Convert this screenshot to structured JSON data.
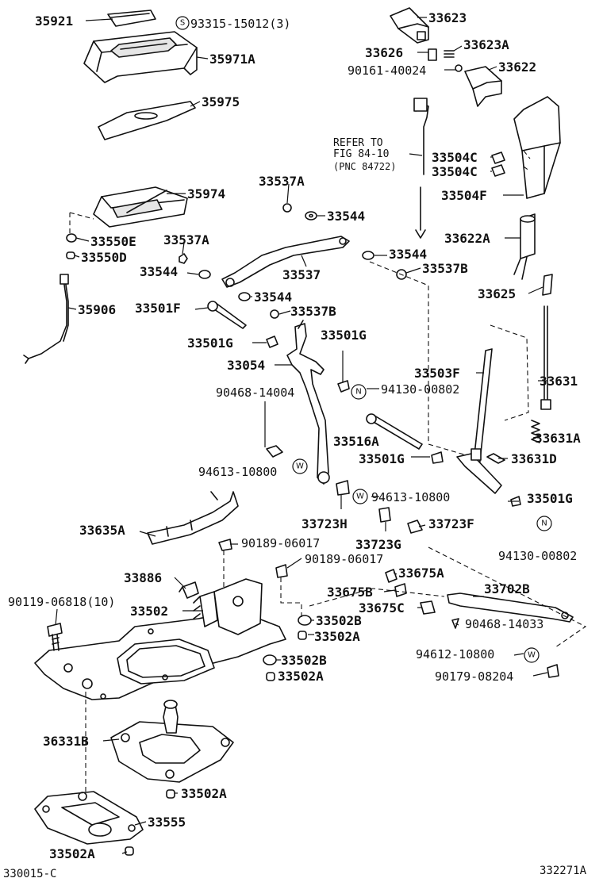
{
  "labels": {
    "p35921": "35921",
    "p93315": "93315-15012(3)",
    "p35971A": "35971A",
    "p35975": "35975",
    "p35974": "35974",
    "p33550E": "33550E",
    "p33550D": "33550D",
    "p35906": "35906",
    "p33537A_1": "33537A",
    "p33544_1": "33544",
    "p33537A_2": "33537A",
    "p33544_2": "33544",
    "p33537": "33537",
    "p33544_3": "33544",
    "p33537B_1": "33537B",
    "p33544_4": "33544",
    "p33537B_2": "33537B",
    "p33501F": "33501F",
    "p33501G_1": "33501G",
    "p33501G_2": "33501G",
    "p33054": "33054",
    "p90468_14004": "90468-14004",
    "p94613_10800_1": "94613-10800",
    "p94130_00802_1": "94130-00802",
    "p33503F": "33503F",
    "p33516A": "33516A",
    "p33501G_3": "33501G",
    "p33631D": "33631D",
    "p33631": "33631",
    "p33631A": "33631A",
    "p94613_10800_2": "94613-10800",
    "p33501G_4": "33501G",
    "p33723H": "33723H",
    "p33723F": "33723F",
    "p33723G": "33723G",
    "p94130_00802_2": "94130-00802",
    "p33635A": "33635A",
    "p90189_06017_1": "90189-06017",
    "p90189_06017_2": "90189-06017",
    "p33886": "33886",
    "p33675A": "33675A",
    "p33702B": "33702B",
    "p90119": "90119-06818(10)",
    "p33502": "33502",
    "p33675B": "33675B",
    "p33675C": "33675C",
    "p33502B_1": "33502B",
    "p33502A_1": "33502A",
    "p90468_14033": "90468-14033",
    "p94612_10800": "94612-10800",
    "p33502B_2": "33502B",
    "p33502A_2": "33502A",
    "p90179_08204": "90179-08204",
    "p36331B": "36331B",
    "p33502A_3": "33502A",
    "p33555": "33555",
    "p33502A_4": "33502A",
    "p33623": "33623",
    "p33626": "33626",
    "p33623A": "33623A",
    "p90161": "90161-40024",
    "p33622": "33622",
    "p33504C_1": "33504C",
    "p33504C_2": "33504C",
    "p33504F": "33504F",
    "p33622A": "33622A",
    "p33625": "33625"
  },
  "refer": {
    "line1": "REFER TO",
    "line2": "FIG 84-10",
    "line3": "(PNC 84722)"
  },
  "symbols": {
    "s": "S",
    "n": "N",
    "w": "W"
  },
  "footer": {
    "left": "330015-C",
    "right": "332271A"
  }
}
